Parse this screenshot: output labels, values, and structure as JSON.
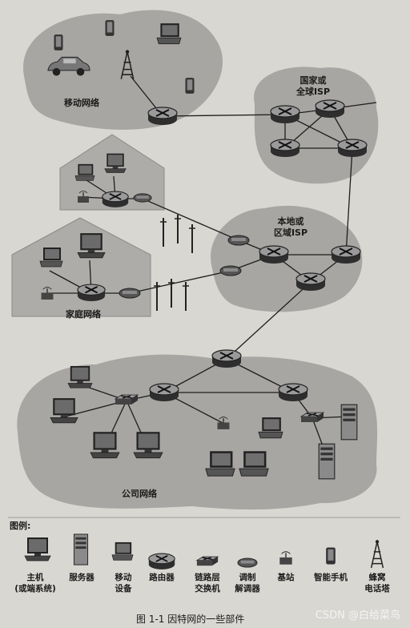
{
  "labels": {
    "mobile_network": "移动网络",
    "national_isp_line1": "国家或",
    "national_isp_line2": "全球ISP",
    "local_isp_line1": "本地或",
    "local_isp_line2": "区域ISP",
    "home_network": "家庭网络",
    "corporate_network": "公司网络"
  },
  "legend": {
    "title": "图例:",
    "items": [
      {
        "line1": "主机",
        "line2": "(或端系统)",
        "icon": "host-icon"
      },
      {
        "line1": "服务器",
        "line2": "",
        "icon": "server-icon"
      },
      {
        "line1": "移动",
        "line2": "设备",
        "icon": "mobile-device-icon"
      },
      {
        "line1": "路由器",
        "line2": "",
        "icon": "router-icon"
      },
      {
        "line1": "链路层",
        "line2": "交换机",
        "icon": "link-layer-switch-icon"
      },
      {
        "line1": "调制",
        "line2": "解调器",
        "icon": "modem-icon"
      },
      {
        "line1": "基站",
        "line2": "",
        "icon": "base-station-icon"
      },
      {
        "line1": "智能手机",
        "line2": "",
        "icon": "smartphone-icon"
      },
      {
        "line1": "蜂窝",
        "line2": "电话塔",
        "icon": "cell-tower-icon"
      }
    ]
  },
  "caption": "图 1-1  因特网的一些部件",
  "watermark": "CSDN @白给菜鸟"
}
